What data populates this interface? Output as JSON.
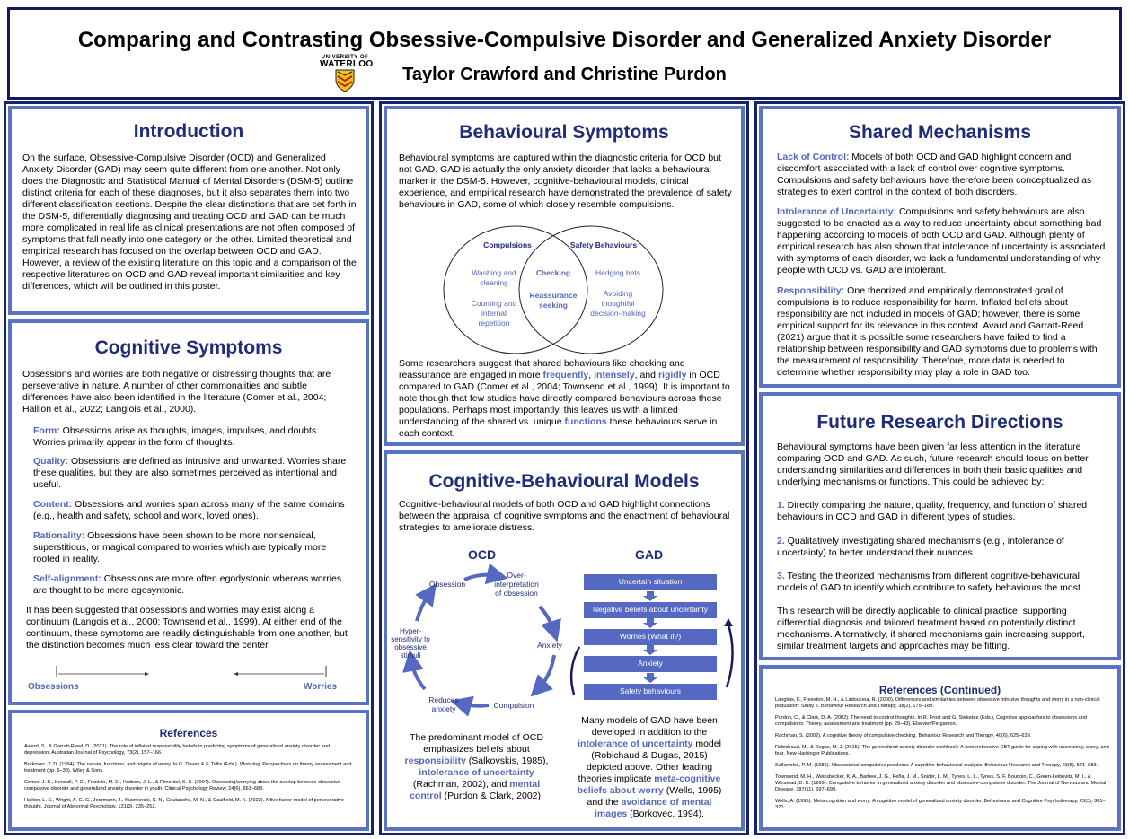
{
  "header": {
    "title": "Comparing and Contrasting Obsessive-Compulsive Disorder and Generalized Anxiety Disorder",
    "authors": "Taylor Crawford and Christine Purdon",
    "logo_top": "UNIVERSITY OF",
    "logo_name": "WATERLOO"
  },
  "intro": {
    "heading": "Introduction",
    "body": "On the surface, Obsessive-Compulsive Disorder (OCD) and Generalized Anxiety Disorder (GAD) may seem quite different from one another. Not only does the Diagnostic and Statistical Manual of Mental Disorders (DSM-5) outline distinct criteria for each of these diagnoses, but it also separates them into two different classification sections. Despite the clear distinctions that are set forth in the DSM-5, differentially diagnosing and treating OCD and GAD can be much more complicated in real life as clinical presentations are not often composed of symptoms that fall neatly into one category or the other. Limited theoretical and empirical research has focused on the overlap between OCD and GAD. However, a review of the existing literature on this topic and a comparison of the respective literatures on OCD and GAD reveal important similarities and key differences, which will be outlined in this poster."
  },
  "cognitive": {
    "heading": "Cognitive Symptoms",
    "intro": "Obsessions and worries are both negative or distressing thoughts that are perseverative in nature. A number of other commonalities and subtle differences have also been identified in the literature (Comer et al., 2004; Hallion et al., 2022; Langlois et al., 2000).",
    "items": [
      {
        "label": "Form:",
        "text": " Obsessions arise as thoughts, images, impulses, and doubts. Worries primarily appear in the form of thoughts."
      },
      {
        "label": "Quality:",
        "text": " Obsessions are defined as intrusive and unwanted. Worries share these qualities, but they are also sometimes perceived as intentional and useful."
      },
      {
        "label": "Content:",
        "text": " Obsessions and worries span across many of the same domains (e.g., health and safety, school and work, loved ones)."
      },
      {
        "label": "Rationality:",
        "text": " Obsessions have been shown to be more nonsensical, superstitious, or magical compared to worries which are typically more rooted in reality."
      },
      {
        "label": "Self-alignment:",
        "text": " Obsessions are more often egodystonic whereas worries are thought to be more egosyntonic."
      }
    ],
    "continuum": "It has been suggested that obsessions and worries may exist along a continuum (Langois et al., 2000; Townsend et al., 1999). At either end of the continuum, these symptoms are readily distinguishable from one another, but the distinction becomes much less clear toward the center.",
    "left_label": "Obsessions",
    "right_label": "Worries"
  },
  "refs1": {
    "heading": "References",
    "items": [
      "Award, S., & Garratt-Reed, D. (2021). The role of inflated responsibility beliefs in predicting symptoms of generalised anxiety disorder and depression. Australian Journal of Psychology, 73(2), 157–166.",
      "Borkovec, T. D. (1994). The nature, functions, and origins of worry. In G. Davey & F. Tallis (Eds.), Worrying: Perspectives on theory assessment and treatment (pp. 5–33). Wiley & Sons.",
      "Comer, J. S., Kendall, P. C., Franklin, M. E., Hudson, J. L., & Pimentel, S. S. (2004). Obsessing/worrying about the overlap between obsessive–compulsive disorder and generalized anxiety disorder in youth. Clinical Psychology Review, 24(6), 663–683.",
      "Hallion, L. S., Wright, A. G. C., Joormann, J., Kusmierski, S. N., Coutanche, M. N., & Caulfield, M. K. (2022). A five-factor model of perseverative thought. Journal of Abnormal Psychology, 131(3), 235–252."
    ]
  },
  "behavioural": {
    "heading": "Behavioural Symptoms",
    "intro": "Behavioural symptoms are captured within the diagnostic criteria for OCD but not GAD. GAD is actually the only anxiety disorder that lacks a behavioural marker in the DSM-5. However, cognitive-behavioural models, clinical experience, and empirical research have demonstrated the prevalence of safety behaviours in GAD, some of which closely resemble compulsions.",
    "venn": {
      "left_title": "Compulsions",
      "right_title": "Safety Behaviours",
      "left_1a": "Washing and",
      "left_1b": "cleaning",
      "left_2a": "Counting and",
      "left_2b": "internal",
      "left_2c": "repetition",
      "mid_1": "Checking",
      "mid_2a": "Reassurance",
      "mid_2b": "seeking",
      "right_1": "Hedging bets",
      "right_2a": "Avoiding",
      "right_2b": "thoughtful",
      "right_2c": "decision-making"
    },
    "p2_a": "Some researchers suggest that shared behaviours like checking and reassurance are engaged in more ",
    "kw_frequently": "frequently",
    "p2_b": ", ",
    "kw_intensely": "intensely",
    "p2_c": ", and ",
    "kw_rigidly": "rigidly",
    "p2_d": " in OCD compared to GAD (Comer et al., 2004; Townsend et al., 1999). It is important to note though that few studies have directly compared behaviours across these populations. Perhaps most importantly, this leaves us with a limited understanding of the shared vs. unique ",
    "kw_functions": "functions",
    "p2_e": " these behaviours serve in each context."
  },
  "cbm": {
    "heading": "Cognitive-Behavioural Models",
    "intro": "Cognitive-behavioural models of both OCD and GAD highlight connections between the appraisal of cognitive symptoms and the enactment of behavioural strategies to ameliorate distress.",
    "ocd_title": "OCD",
    "gad_title": "GAD",
    "ocd_cycle": {
      "obsession": "Obsession",
      "over1": "Over-",
      "over2": "interpretation",
      "over3": "of obsession",
      "anxiety": "Anxiety",
      "compulsion": "Compulsion",
      "reduces1": "Reduces",
      "reduces2": "anxiety",
      "hyper1": "Hyper-",
      "hyper2": "sensitivity to",
      "hyper3": "obsessive",
      "hyper4": "stimuli"
    },
    "gad_flow": [
      "Uncertain situation",
      "Negative beliefs about uncertainty",
      "Worries (What if?)",
      "Anxiety",
      "Safety behaviours"
    ],
    "ocd_text": {
      "a": "The predominant model of OCD emphasizes beliefs about ",
      "k1": "responsibility",
      "b": " (Salkovskis, 1985), ",
      "k2": "intolerance of uncertainty",
      "c": " (Rachman, 2002), and ",
      "k3": "mental control",
      "d": " (Purdon & Clark, 2002)."
    },
    "gad_text": {
      "a": "Many models of GAD have been developed in addition to the ",
      "k1": "intolerance of uncertainty",
      "b": " model (Robichaud & Dugas, 2015) depicted above. Other leading theories implicate ",
      "k2": "meta-cognitive beliefs about worry",
      "c": " (Wells, 1995) and the ",
      "k3": "avoidance of mental images",
      "d": " (Borkovec, 1994)."
    }
  },
  "shared": {
    "heading": "Shared Mechanisms",
    "items": [
      {
        "label": "Lack of Control:",
        "text": " Models of both OCD and GAD highlight concern and discomfort associated with a lack of control over cognitive symptoms. Compulsions and safety behaviours have therefore been conceptualized as strategies to exert control in the context of both disorders."
      },
      {
        "label": "Intolerance of Uncertainty:",
        "text": " Compulsions and safety behaviours are also suggested to be enacted as a way to reduce uncertainty about something bad happening according to models of both OCD and GAD. Although plenty of empirical research has also shown that intolerance of uncertainty is associated with symptoms of each disorder, we lack a fundamental understanding of why people with OCD vs. GAD are intolerant."
      },
      {
        "label": "Responsibility:",
        "text": " One theorized and empirically demonstrated goal of compulsions is to reduce responsibility for harm. Inflated beliefs about responsibility are not included in models of GAD; however, there is some empirical support for its relevance in this context. Avard and Garratt-Reed (2021) argue that it is possible some researchers have failed to find a relationship between responsibility and GAD symptoms due to problems with the measurement of responsibility. Therefore, more data is needed to determine whether responsibility may play a role in GAD too."
      }
    ]
  },
  "future": {
    "heading": "Future Research Directions",
    "intro": "Behavioural symptoms have been given far less attention in the literature comparing OCD and GAD. As such, future research should focus on better understanding similarities and differences in both their basic qualities and underlying mechanisms or functions. This could be achieved by:",
    "items": [
      {
        "num": "1.",
        "text": " Directly comparing the nature, quality, frequency, and function of shared behaviours in OCD and GAD in different types of studies."
      },
      {
        "num": "2.",
        "text": " Qualitatively investigating shared mechanisms (e.g., intolerance of uncertainty) to better understand their nuances."
      },
      {
        "num": "3.",
        "text": " Testing the theorized mechanisms from different cognitive-behavioural models of GAD to identify which contribute to safety behaviours the most."
      }
    ],
    "outro": "This research will be directly applicable to clinical practice, supporting differential diagnosis and tailored treatment based on potentially distinct mechanisms. Alternatively, if shared mechanisms gain increasing support, similar treatment targets and approaches may be fitting."
  },
  "refs2": {
    "heading": "References (Continued)",
    "items": [
      "Langlois, F., Freeston, M. H., & Ladouceur, R. (2000). Differences and similarities between obsessive intrusive thoughts and worry in a non-clinical population: Study 2. Behaviour Research and Therapy, 38(2), 175–189.",
      "Purdon, C., & Clark, D. A. (2002). The need to control thoughts. In R. Frost and G. Steketee (Eds.), Cognitive approaches to obsessions and compulsions: Theory, assessment and treatment (pp. 29–43). Elsevier/Pergamon.",
      "Rachman, S. (2002). A cognitive theory of compulsive checking. Behaviour Research and Therapy, 40(6), 625–639.",
      "Robichaud, M., & Dugas, M. J. (2015). The generalized anxiety disorder workbook: A comprehensive CBT guide for coping with uncertainty, worry, and fear. New Harbinger Publications.",
      "Salkovskis, P. M. (1985). Obsessional-compulsive problems: A cognitive-behavioural analysis. Behaviour Research and Therapy, 23(5), 571–583.",
      "Townsend, M. H., Weissbecker, K. A., Barbee, J. G., Peña, J. M., Snider, L. M., Tynes, L. L., Tynes, S. F, Boudoin, C., Green-Leibovitz, M. I., & Winstead, D. K. (1999). Compulsive behavior in generalized anxiety disorder and obsessive-compulsive disorder. The Journal of Nervous and Mental Disease, 187(11), 697–699.",
      "Wells, A. (1995). Meta-cognition and worry: A cognitive model of generalized anxiety disorder. Behavioural and Cognitive Psychotherapy, 23(3), 301–320."
    ]
  }
}
